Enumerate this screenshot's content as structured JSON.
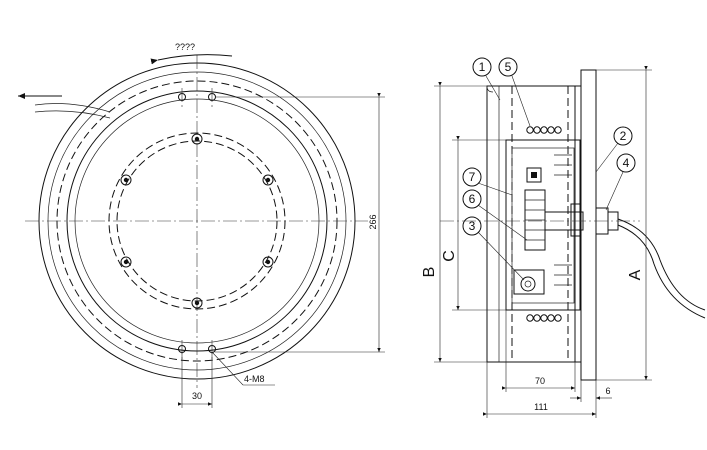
{
  "front_view": {
    "rotation_label": "????",
    "dim_266": "266",
    "dim_30": "30",
    "bolt_note": "4-M8"
  },
  "side_view": {
    "balloons": [
      "1",
      "2",
      "3",
      "4",
      "5",
      "6",
      "7"
    ],
    "label_a": "A",
    "label_b": "B",
    "label_c": "C",
    "dim_70": "70",
    "dim_111": "111",
    "dim_6": "6"
  }
}
